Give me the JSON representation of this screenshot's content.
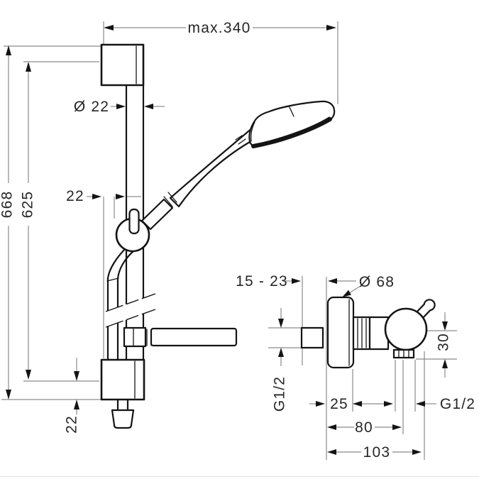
{
  "drawing": {
    "background": "#ffffff",
    "part_line_color": "#141414",
    "dimension_line_color": "#8a8a8a",
    "text_color": "#262626"
  },
  "shower_bar": {
    "max_reach": "max.340",
    "bar_diameter": "Ø 22",
    "overall_height": "668",
    "bar_length": "625",
    "hose_clearance": "22",
    "bottom_offset": "22"
  },
  "mixer": {
    "wall_distance_range": "15 - 23",
    "escutcheon_diameter": "Ø 68",
    "inlet_thread": "G1/2",
    "outlet_drop": "30",
    "outlet_thread": "G1/2",
    "escutcheon_depth": "25",
    "outlet_distance": "80",
    "overall_depth": "103"
  }
}
